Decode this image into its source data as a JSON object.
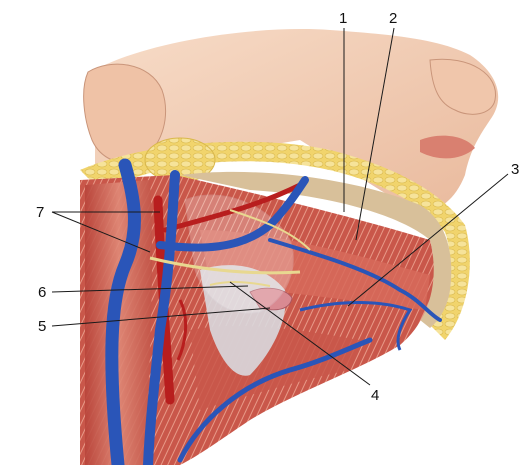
{
  "labels": {
    "l1": "1",
    "l2": "2",
    "l3": "3",
    "l4": "4",
    "l5": "5",
    "l6": "6",
    "l7": "7"
  },
  "colors": {
    "skin": "#f2cdb4",
    "skin_shadow": "#d9a98a",
    "fat": "#f3dc7a",
    "muscle": "#c9574a",
    "muscle_light": "#e08a78",
    "vein": "#2a55b8",
    "artery": "#b81e1e",
    "nerve": "#e8d890",
    "gland": "#d98a92",
    "fascia": "#d9d9de"
  }
}
